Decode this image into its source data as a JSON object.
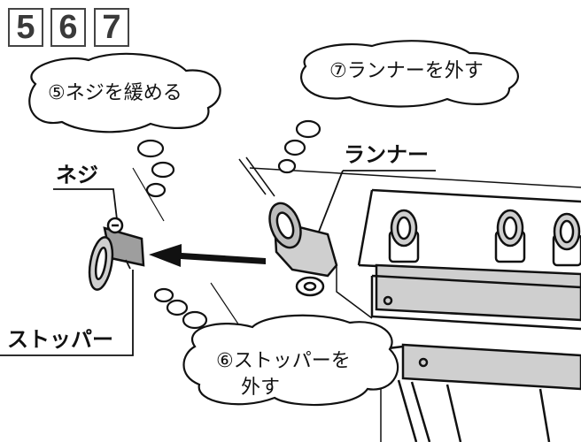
{
  "steps": [
    "5",
    "6",
    "7"
  ],
  "bubbles": {
    "loosen_screw": "⑤ネジを緩める",
    "remove_runner": "⑦ランナーを外す",
    "remove_stopper_line1": "⑥ストッパーを",
    "remove_stopper_line2": "外す"
  },
  "labels": {
    "screw": "ネジ",
    "runner": "ランナー",
    "stopper": "ストッパー"
  },
  "colors": {
    "line": "#111111",
    "fill_gray": "#cfcfcf",
    "dark_gray": "#555555"
  }
}
